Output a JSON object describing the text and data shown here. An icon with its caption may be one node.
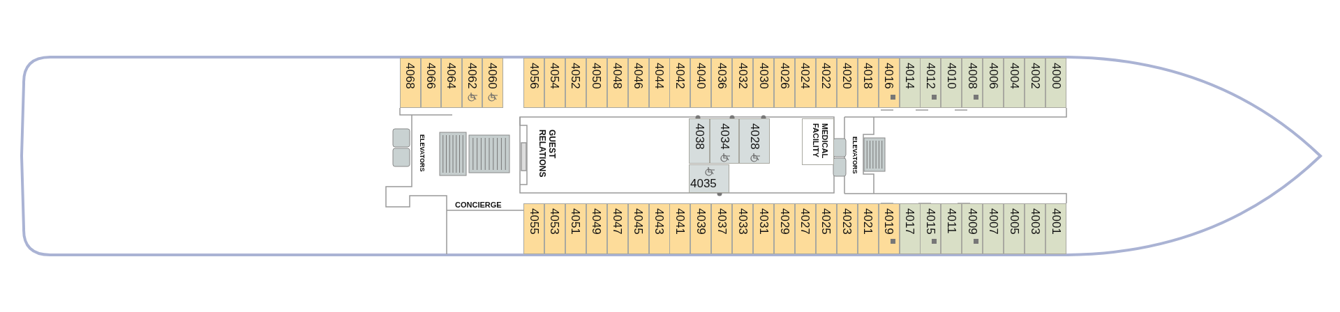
{
  "diagram": {
    "nodes": [
      {
        "text": [
          "4068"
        ]
      },
      {
        "text": [
          "4066"
        ]
      },
      {
        "text": [
          "4064"
        ]
      },
      {
        "text": [
          "4062"
        ]
      },
      {
        "text": [
          "4060"
        ]
      },
      {
        "text": [
          "4056"
        ]
      },
      {
        "text": [
          "4054"
        ]
      },
      {
        "text": [
          "4052"
        ]
      },
      {
        "text": [
          "4050"
        ]
      },
      {
        "text": [
          "4048"
        ]
      },
      {
        "text": [
          "4046"
        ]
      },
      {
        "text": [
          "4044"
        ]
      },
      {
        "text": [
          "4042"
        ]
      },
      {
        "text": [
          "4040"
        ]
      },
      {
        "text": [
          "4036"
        ]
      },
      {
        "text": [
          "4032"
        ]
      },
      {
        "text": [
          "4030"
        ]
      },
      {
        "text": [
          "4026"
        ]
      },
      {
        "text": [
          "4024"
        ]
      },
      {
        "text": [
          "4022"
        ]
      },
      {
        "text": [
          "4020"
        ]
      },
      {
        "text": [
          "4018"
        ]
      },
      {
        "text": [
          "4016"
        ]
      },
      {
        "text": [
          "4014"
        ]
      },
      {
        "text": [
          "4012"
        ]
      },
      {
        "text": [
          "4010"
        ]
      },
      {
        "text": [
          "4008"
        ]
      },
      {
        "text": [
          "4006"
        ]
      },
      {
        "text": [
          "4004"
        ]
      },
      {
        "text": [
          "4002"
        ]
      },
      {
        "text": [
          "4000"
        ]
      },
      {
        "text": [
          "4038"
        ]
      },
      {
        "text": [
          "4034"
        ]
      },
      {
        "text": [
          "4028"
        ]
      },
      {
        "text": [
          "4035"
        ]
      },
      {
        "text": [
          "MEDICAL FACILITY"
        ]
      },
      {
        "text": [
          "4055"
        ]
      },
      {
        "text": [
          "4053"
        ]
      },
      {
        "text": [
          "4051"
        ]
      },
      {
        "text": [
          "4049"
        ]
      },
      {
        "text": [
          "4047"
        ]
      },
      {
        "text": [
          "4045"
        ]
      },
      {
        "text": [
          "4043"
        ]
      },
      {
        "text": [
          "4041"
        ]
      },
      {
        "text": [
          "4039"
        ]
      },
      {
        "text": [
          "4037"
        ]
      },
      {
        "text": [
          "4033"
        ]
      },
      {
        "text": [
          "4031"
        ]
      },
      {
        "text": [
          "4029"
        ]
      },
      {
        "text": [
          "4027"
        ]
      },
      {
        "text": [
          "4025"
        ]
      },
      {
        "text": [
          "4023"
        ]
      },
      {
        "text": [
          "4021"
        ]
      },
      {
        "text": [
          "4019"
        ]
      },
      {
        "text": [
          "4017"
        ]
      },
      {
        "text": [
          "4015"
        ]
      },
      {
        "text": [
          "4011"
        ]
      },
      {
        "text": [
          "4009"
        ]
      },
      {
        "text": [
          "4007"
        ]
      },
      {
        "text": [
          "4005"
        ]
      },
      {
        "text": [
          "4003"
        ]
      },
      {
        "text": [
          "4001"
        ]
      }
    ],
    "edges": [],
    "labels": [
      "ELEVATORS",
      "GUEST RELATIONS",
      "ELEVATORS",
      "CONCIERGE"
    ]
  }
}
